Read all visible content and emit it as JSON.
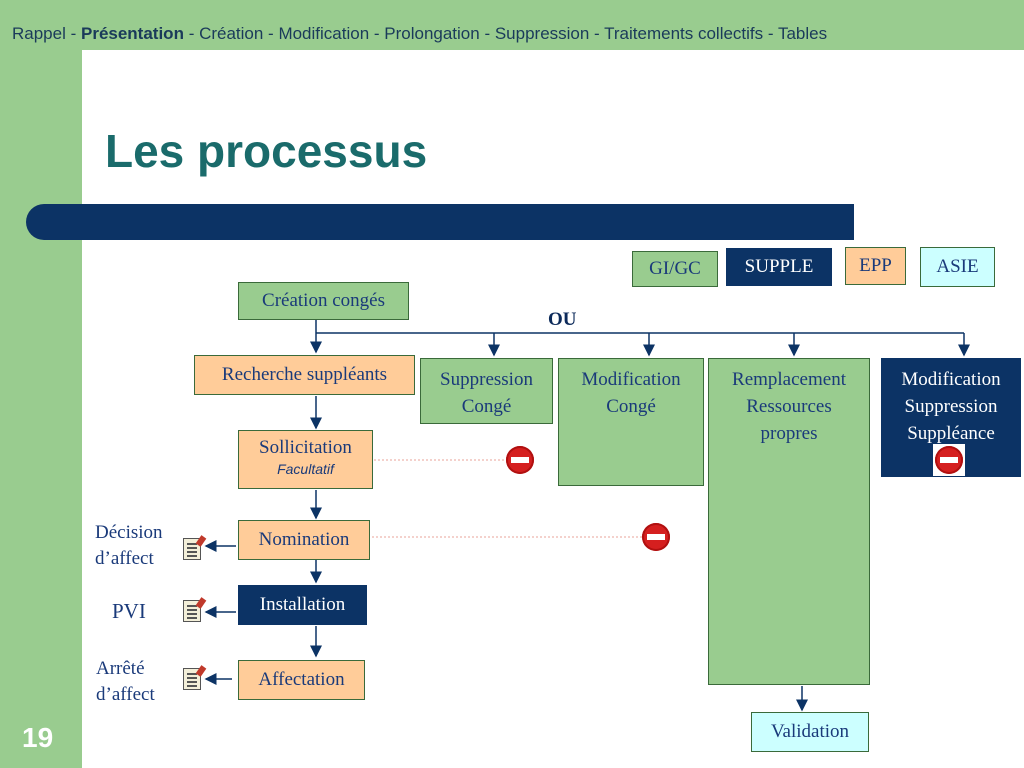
{
  "header": {
    "breadcrumb_before": "Rappel - ",
    "breadcrumb_current": "Présentation",
    "breadcrumb_after": " - Création - Modification - Prolongation - Suppression - Traitements collectifs - Tables"
  },
  "title": "Les processus",
  "page_number": "19",
  "legend": {
    "gigc": "GI/GC",
    "supple": "SUPPLE",
    "epp": "EPP",
    "asie": "ASIE"
  },
  "or_label": "OU",
  "steps": {
    "creation": "Création congés",
    "recherche": "Recherche suppléants",
    "sollicitation": "Sollicitation",
    "sollicitation_note": "Facultatif",
    "nomination": "Nomination",
    "installation": "Installation",
    "affectation": "Affectation",
    "validation": "Validation"
  },
  "branches": {
    "suppression_conge": [
      "Suppression",
      "Congé"
    ],
    "modification_conge": [
      "Modification",
      "Congé"
    ],
    "remplacement": [
      "Remplacement",
      "Ressources",
      "propres"
    ],
    "modif_suppr_suppleance": [
      "Modification",
      "Suppression",
      "Suppléance"
    ]
  },
  "documents": {
    "decision": [
      "Décision",
      "d’affect"
    ],
    "pvi": "PVI",
    "arrete": [
      "Arrêté",
      "d’affect"
    ]
  }
}
